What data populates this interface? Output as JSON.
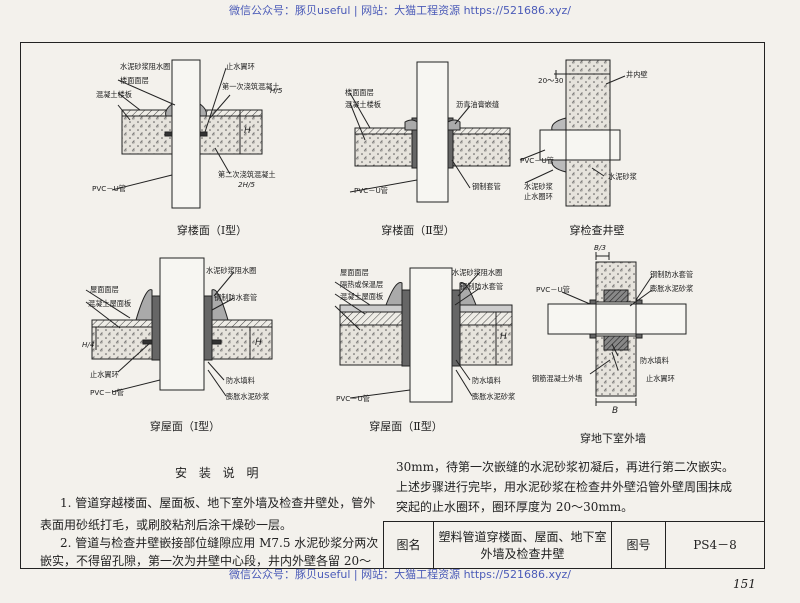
{
  "watermark": {
    "top": "微信公众号：豚贝useful | 网站：大猫工程资源 https://521686.xyz/",
    "bottom": "微信公众号：豚贝useful | 网站：大猫工程资源 https://521686.xyz/"
  },
  "captions": {
    "d1": "穿楼面（Ⅰ型）",
    "d2": "穿楼面（Ⅱ型）",
    "d3": "穿检查井壁",
    "d4": "穿屋面（Ⅰ型）",
    "d5": "穿屋面（Ⅱ型）",
    "d6": "穿地下室外墙"
  },
  "labels": {
    "d1": [
      "水泥砂浆阻水圈",
      "楼面面层",
      "混凝土楼板",
      "止水翼环",
      "第一次浇筑混凝土",
      "第二次浇筑混凝土",
      "PVC－U管",
      "H",
      "H/5",
      "2H/5"
    ],
    "d2": [
      "楼面面层",
      "混凝土楼板",
      "沥青油膏嵌缝",
      "钢制套管",
      "PVC－U管"
    ],
    "d3": [
      "20～30",
      "井内壁",
      "PVC－U管",
      "水泥砂浆",
      "水泥砂浆",
      "止水圈环"
    ],
    "d4": [
      "屋面面层",
      "混凝土屋面板",
      "水泥砂浆阻水圈",
      "钢制防水套管",
      "止水翼环",
      "PVC－U管",
      "防水填料",
      "膨胀水泥砂浆",
      "H",
      "H/4"
    ],
    "d5": [
      "屋面面层",
      "隔热或保温层",
      "混凝土屋面板",
      "水泥砂浆阻水圈",
      "钢制防水套管",
      "防水填料",
      "膨胀水泥砂浆",
      "PVC－U管",
      "H"
    ],
    "d6": [
      "B/3",
      "钢制防水套管",
      "PVC－U管",
      "膨胀水泥砂浆",
      "防水填料",
      "止水翼环",
      "钢筋混凝土外墙",
      "B"
    ]
  },
  "notes": {
    "title": "安 装 说 明",
    "n1_line1": "1. 管道穿越楼面、屋面板、地下室外墙及检查井壁处，管外",
    "n1_line2": "表面用砂纸打毛，或刷胶粘剂后涂干燥砂一层。",
    "n2_line1": "2. 管道与检查井壁嵌接部位缝隙应用 M7.5 水泥砂浆分两次",
    "n2_line2": "嵌实，不得留孔隙，第一次为井壁中心段，井内外壁各留 20～",
    "n2_line3": "30mm，待第一次嵌缝的水泥砂浆初凝后，再进行第二次嵌实。",
    "n2_line4": "上述步骤进行完毕，用水泥砂浆在检查井外壁沿管外壁周围抹成",
    "n2_line5": "突起的止水圈环，圈环厚度为 20～30mm。"
  },
  "titleblock": {
    "name_label": "图名",
    "name_value_line1": "塑料管道穿楼面、屋面、地下室",
    "name_value_line2": "外墙及检查井壁",
    "num_label": "图号",
    "num_value": "PS4－8"
  },
  "page_number": "151"
}
